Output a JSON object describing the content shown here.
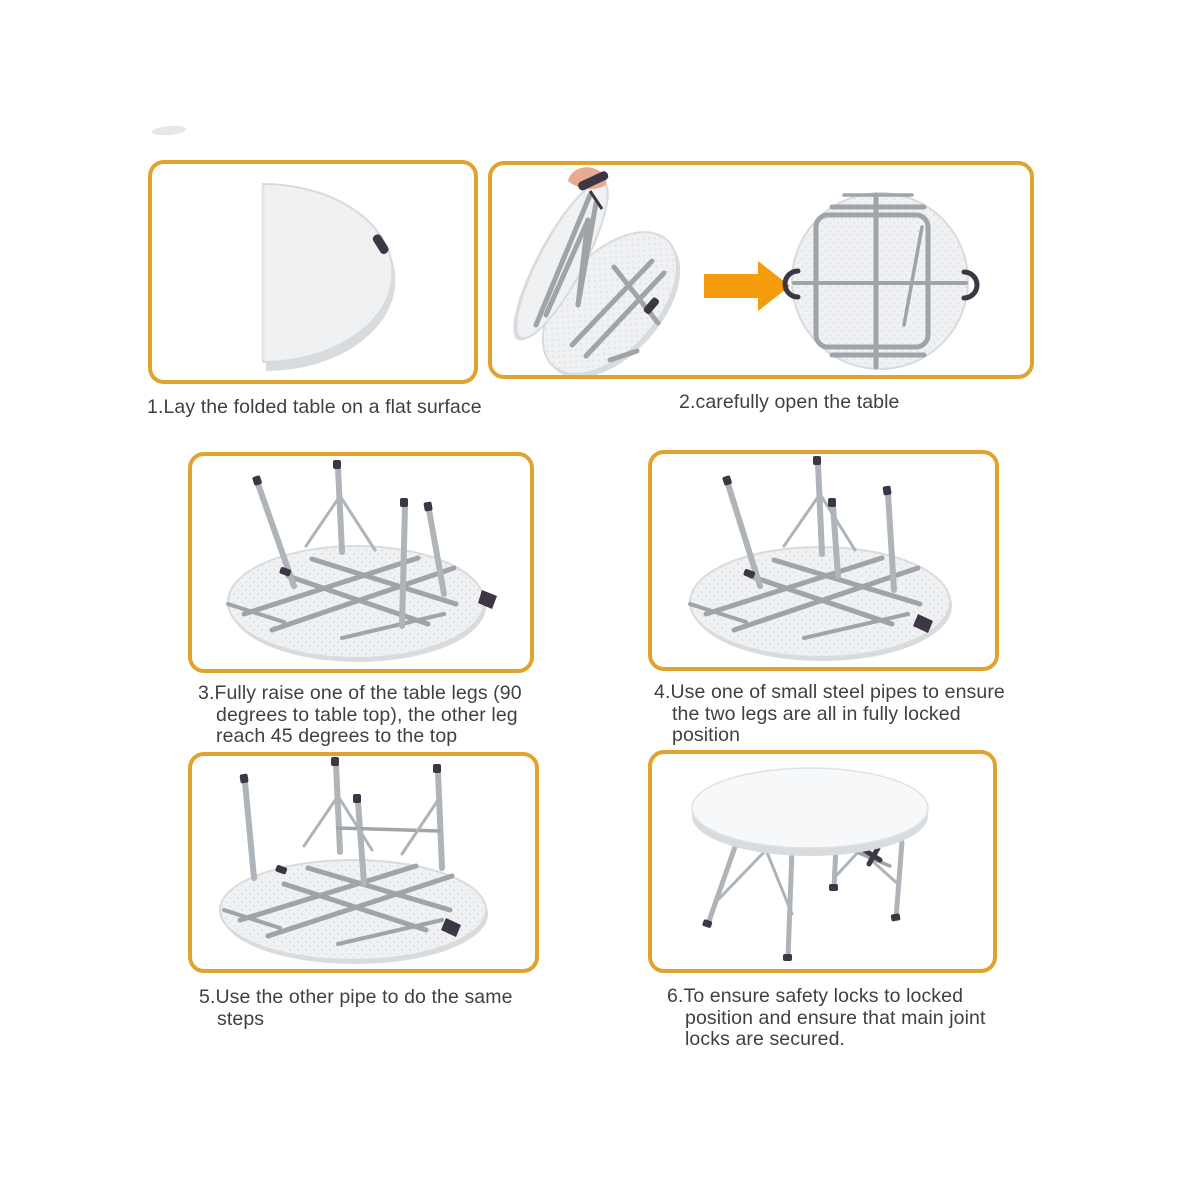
{
  "palette": {
    "box_border": "#E1A32F",
    "arrow_orange": "#F59C0D",
    "caption_color": "#423E44",
    "table_fill": "#EFF1F3",
    "table_stroke": "#D8DBDE",
    "frame_gray": "#9FA4A9",
    "leg_gray": "#AFB4B8",
    "handle_dark": "#3D3644",
    "hand_skin": "#E9AB90"
  },
  "icons": {
    "arrow": "right-arrow-icon"
  },
  "steps": [
    {
      "number": "1",
      "illustration": "folded-half-table",
      "lines": [
        "1.Lay the folded table on a flat surface"
      ]
    },
    {
      "number": "2",
      "illustration": "hand-opening-table-and-opened-table-underside",
      "lines": [
        "2.carefully open the table"
      ]
    },
    {
      "number": "3",
      "illustration": "table-upside-down-legs-at-90-and-45-degrees",
      "lines": [
        "3.Fully raise one of the table legs (90",
        "degrees to table top), the other leg",
        "reach 45 degrees to the top"
      ]
    },
    {
      "number": "4",
      "illustration": "table-upside-down-legs-locked-with-pipe",
      "lines": [
        "4.Use one of small steel pipes to ensure",
        "the two legs are all in fully locked",
        "position"
      ]
    },
    {
      "number": "5",
      "illustration": "table-upside-down-all-legs-raised",
      "lines": [
        "5.Use the other pipe to do the same",
        "steps"
      ]
    },
    {
      "number": "6",
      "illustration": "assembled-round-table",
      "lines": [
        "6.To ensure safety locks to locked",
        "position and ensure that main joint",
        "locks are secured."
      ]
    }
  ]
}
